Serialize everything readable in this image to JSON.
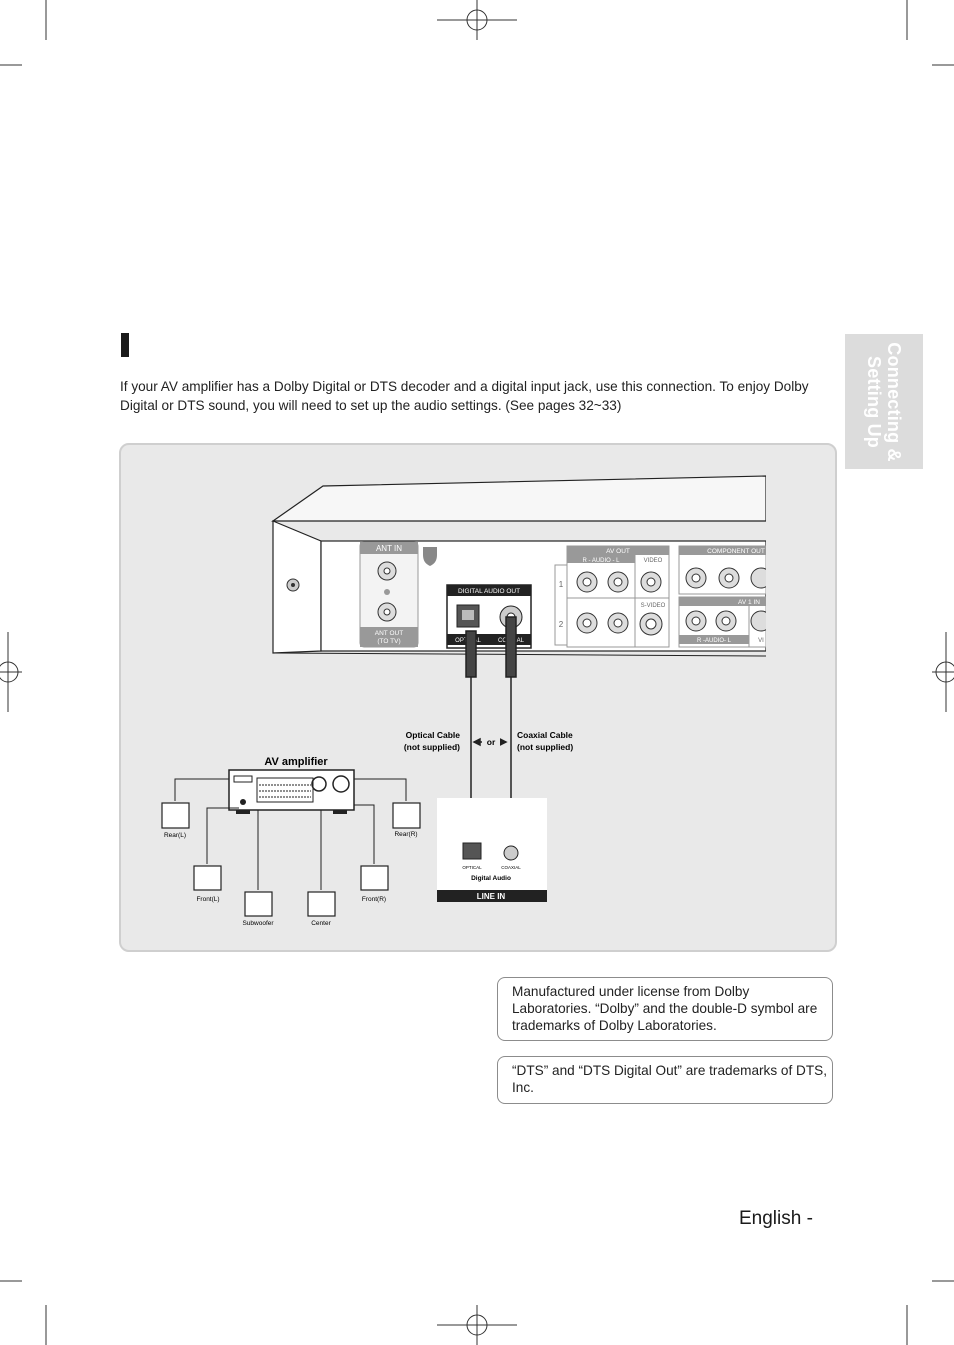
{
  "section": {
    "intro": "If your AV amplifier has a Dolby Digital or DTS decoder and a digital input jack, use this connection. To enjoy Dolby Digital or DTS sound, you will need to set up the audio settings. (See pages 32~33)"
  },
  "side_tab": {
    "label": "Connecting &\nSetting Up"
  },
  "dvd_panel": {
    "ant_in": "ANT IN",
    "ant_out_1": "ANT OUT",
    "ant_out_2": "(TO TV)",
    "av_out": "AV OUT",
    "audio_r_l": "R - AUDIO - L",
    "video": "VIDEO",
    "s_video": "S-VIDEO",
    "row1": "1",
    "row2": "2",
    "digital_audio_out": "DIGITAL AUDIO OUT",
    "optical": "OPTICAL",
    "coaxial": "COAXIAL",
    "component_out": "COMPONENT OUT",
    "av1_in": "AV 1 IN",
    "audio_r_l_2": "R -AUDIO- L",
    "vi": "VI"
  },
  "cables": {
    "optical_1": "Optical Cable",
    "optical_2": "(not supplied)",
    "or": "or",
    "coaxial_1": "Coaxial Cable",
    "coaxial_2": "(not supplied)"
  },
  "amplifier": {
    "title": "AV amplifier",
    "speakers": {
      "rear_l": "Rear(L)",
      "rear_r": "Rear(R)",
      "front_l": "Front(L)",
      "front_r": "Front(R)",
      "subwoofer": "Subwoofer",
      "center": "Center"
    },
    "input_panel": {
      "optical": "OPTICAL",
      "coaxial": "COAXIAL",
      "digital_audio": "Digital Audio",
      "line_in": "LINE IN"
    }
  },
  "notes": [
    "Manufactured under license from Dolby Laboratories. “Dolby” and the double-D symbol are trademarks of Dolby Laboratories.",
    "“DTS” and “DTS Digital Out” are trademarks of DTS, Inc."
  ],
  "footer": {
    "page_label": "English -"
  }
}
